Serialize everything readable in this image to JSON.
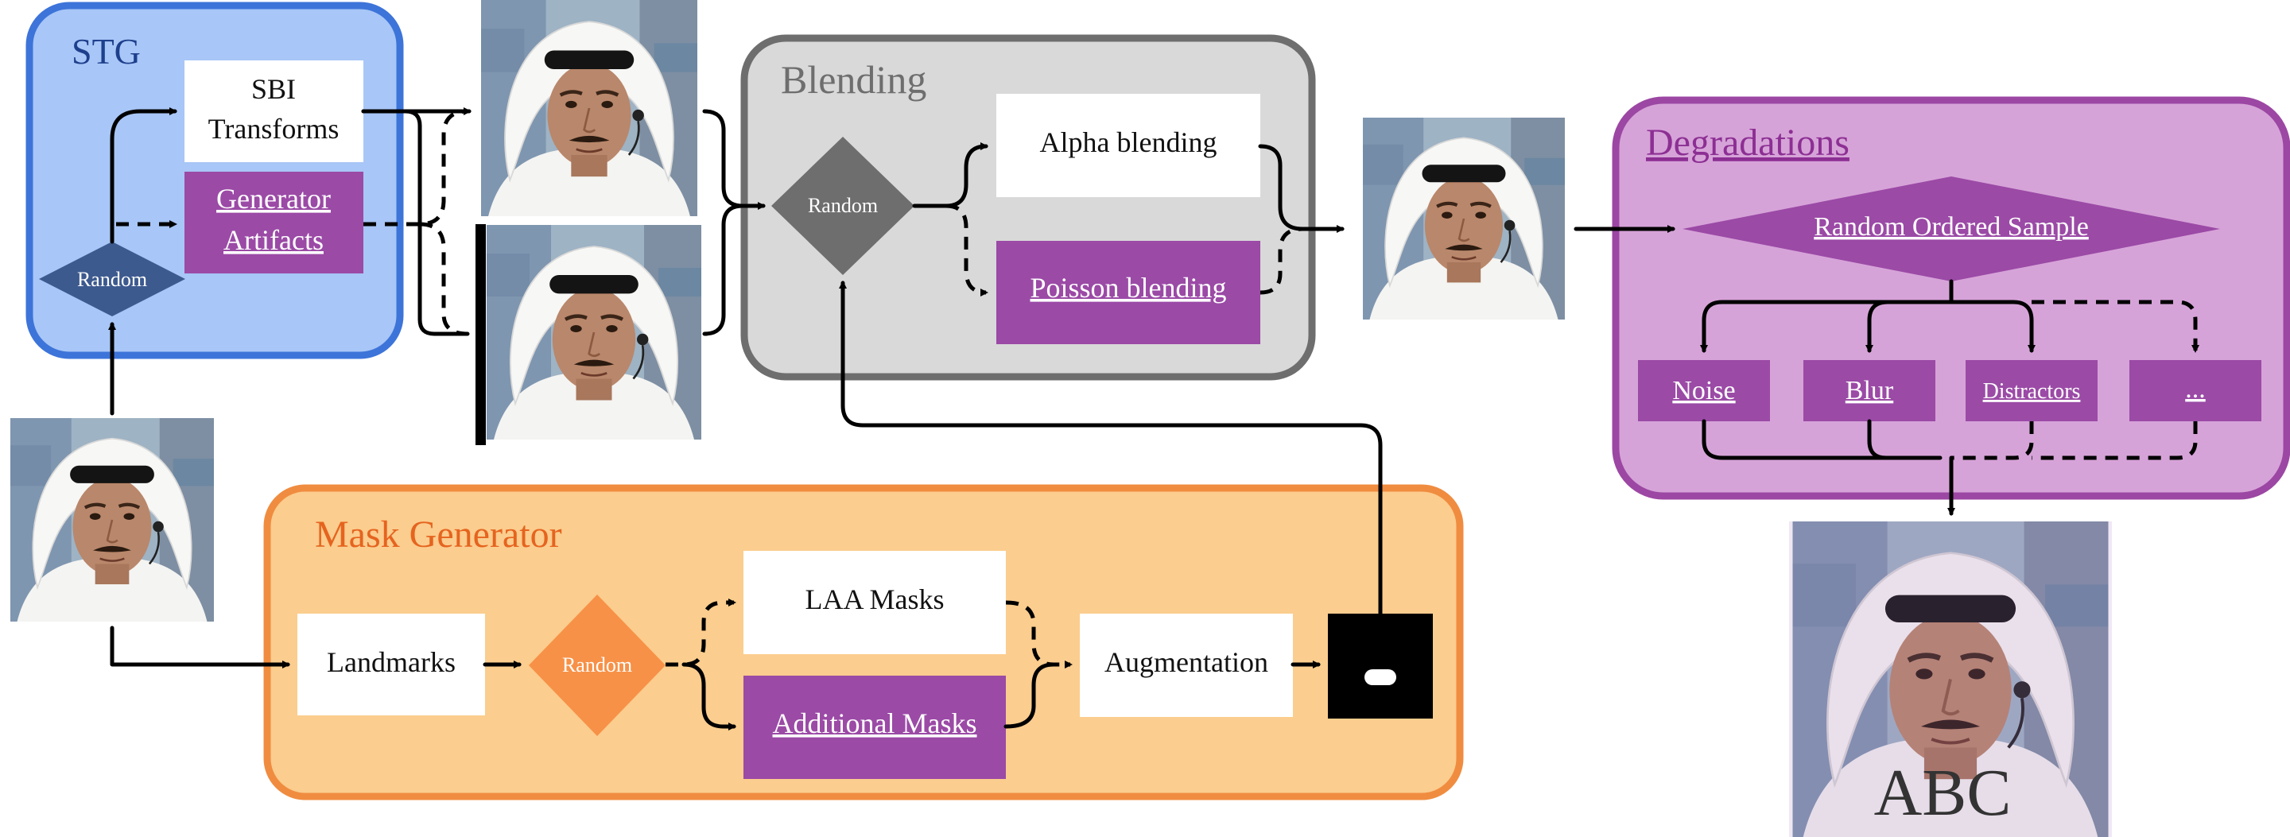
{
  "stg": {
    "title": "STG",
    "sbi_line1": "SBI",
    "sbi_line2": "Transforms",
    "gen_line1": "Generator",
    "gen_line2": "Artifacts",
    "random": "Random"
  },
  "blending": {
    "title": "Blending",
    "random": "Random",
    "alpha": "Alpha blending",
    "poisson": "Poisson blending"
  },
  "degradations": {
    "title": "Degradations",
    "sample": "Random Ordered Sample",
    "items": [
      "Noise",
      "Blur",
      "Distractors",
      "..."
    ]
  },
  "mask_generator": {
    "title": "Mask Generator",
    "landmarks": "Landmarks",
    "random": "Random",
    "laa": "LAA Masks",
    "additional": "Additional Masks",
    "augmentation": "Augmentation"
  },
  "output_overlay": "ABC",
  "colors": {
    "stg_fill": "#a8c6f7",
    "stg_border": "#3d74d9",
    "stg_title": "#1e3f8c",
    "stg_diamond": "#3d5a8f",
    "purple_box": "#9b4aa6",
    "blend_fill": "#d9d9d9",
    "blend_border": "#6e6e6e",
    "blend_title": "#6e6e6e",
    "blend_diamond": "#6e6e6e",
    "deg_fill": "#d6a3d8",
    "deg_border": "#9c47a3",
    "deg_title": "#8c2f93",
    "mask_fill": "#fbcd8e",
    "mask_border": "#f08c40",
    "mask_title": "#e5641f",
    "mask_diamond": "#f79147"
  }
}
